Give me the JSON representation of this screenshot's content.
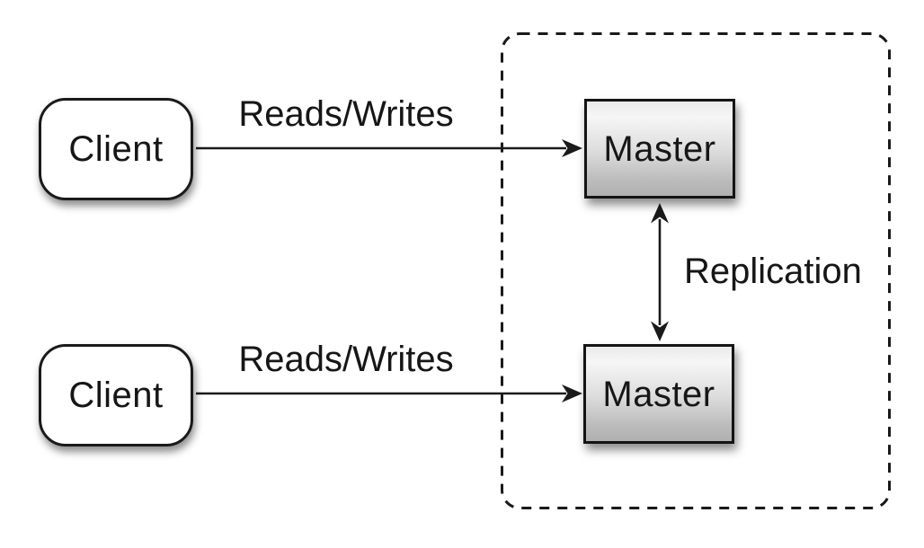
{
  "diagram": {
    "type": "architecture-diagram",
    "description_visible_text_only": true,
    "nodes": [
      {
        "id": "client-top",
        "label": "Client",
        "shape": "rounded-rect",
        "fill": "#ffffff"
      },
      {
        "id": "client-bottom",
        "label": "Client",
        "shape": "rounded-rect",
        "fill": "#ffffff"
      },
      {
        "id": "master-top",
        "label": "Master",
        "shape": "rect",
        "fill_gradient": [
          "#f2f2f2",
          "#b0b0b0"
        ]
      },
      {
        "id": "master-bottom",
        "label": "Master",
        "shape": "rect",
        "fill_gradient": [
          "#f2f2f2",
          "#b0b0b0"
        ]
      }
    ],
    "edges": [
      {
        "from": "client-top",
        "to": "master-top",
        "label": "Reads/Writes",
        "direction": "one-way"
      },
      {
        "from": "client-bottom",
        "to": "master-bottom",
        "label": "Reads/Writes",
        "direction": "one-way"
      },
      {
        "from": "master-top",
        "to": "master-bottom",
        "label": "Replication",
        "direction": "two-way"
      }
    ],
    "groups": [
      {
        "id": "masters-cluster",
        "style": "dashed-rounded-border",
        "contains": [
          "master-top",
          "master-bottom"
        ]
      }
    ],
    "colors": {
      "background": "#ffffff",
      "stroke": "#1a1a1a",
      "text": "#161616"
    }
  }
}
